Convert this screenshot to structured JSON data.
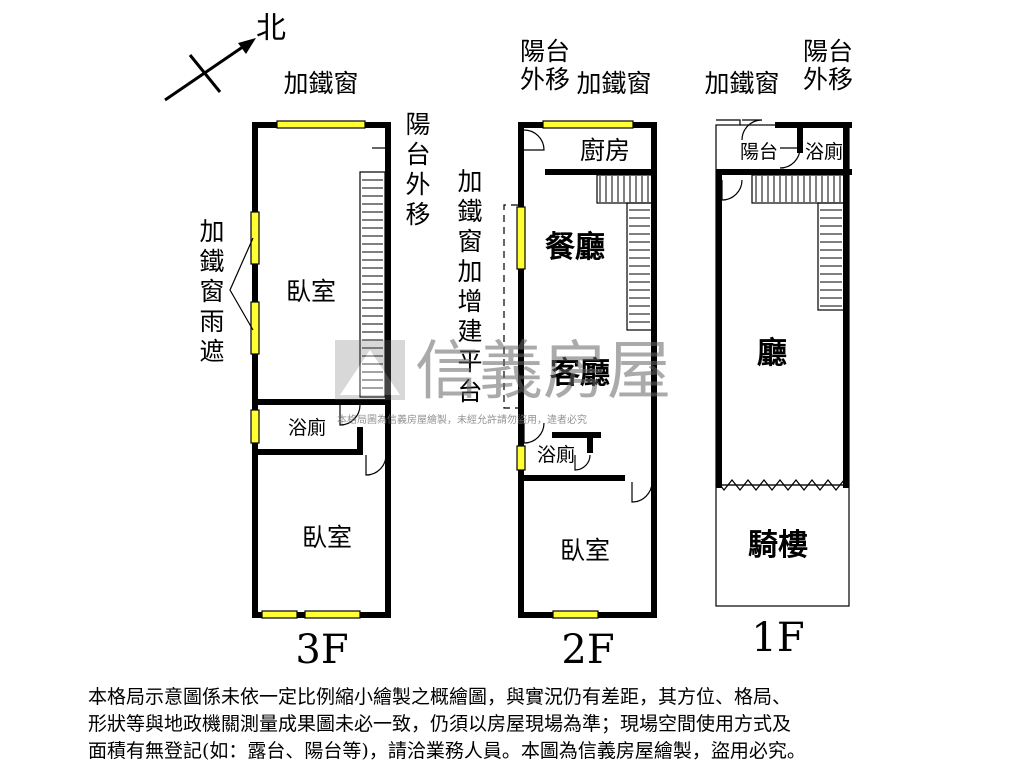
{
  "compass": {
    "label": "北"
  },
  "floor3": {
    "floor_label": "3F",
    "window_top": "加鐵窗",
    "window_side": "加\n鐵\n窗\n雨\n遮",
    "balcony": "陽\n台\n外\n移",
    "bedroom_upper": "臥室",
    "bathroom": "浴廁",
    "bedroom_lower": "臥室"
  },
  "floor2": {
    "floor_label": "2F",
    "balcony_top": "陽台\n外移",
    "window_top": "加鐵窗",
    "kitchen": "廚房",
    "platform_note": "加\n鐵\n窗\n加\n增\n建\n平\n台",
    "dining": "餐廳",
    "living": "客廳",
    "bathroom": "浴廁",
    "bedroom": "臥室"
  },
  "floor1": {
    "floor_label": "1F",
    "window_top": "加鐵窗",
    "balcony_top": "陽台\n外移",
    "balcony": "陽台",
    "bathroom": "浴廁",
    "hall": "廳",
    "arcade": "騎樓"
  },
  "watermark": {
    "brand": "信義房屋",
    "notice": "本格局圖為信義房屋繪製，未經允許請勿盜用，違者必究"
  },
  "disclaimer": "本格局示意圖係未依一定比例縮小繪製之概繪圖，與實況仍有差距，其方位、格局、\n形狀等與地政機關測量成果圖未必一致，仍須以房屋現場為準；現場空間使用方式及\n面積有無登記(如：露台、陽台等)，請洽業務人員。本圖為信義房屋繪製，盜用必究。",
  "colors": {
    "window": "#ffff33",
    "wall": "#000000",
    "watermark": "#666666"
  }
}
